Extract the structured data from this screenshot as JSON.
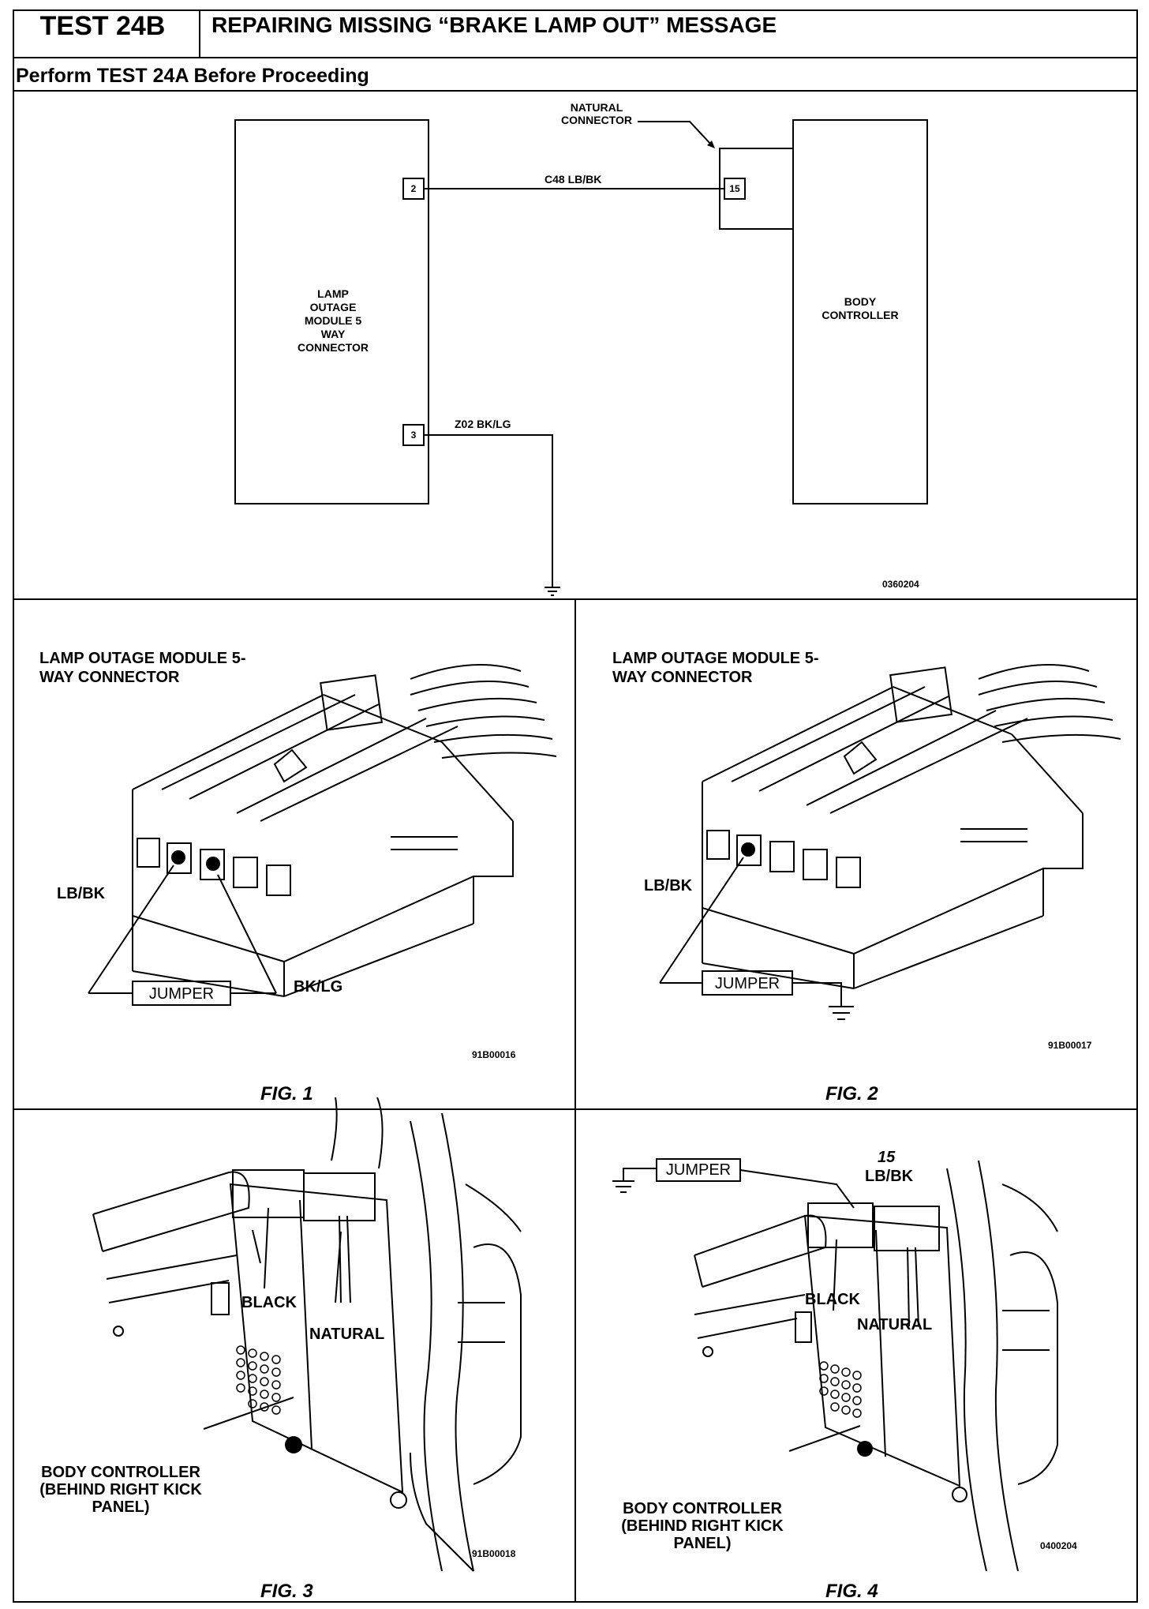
{
  "header": {
    "test_id": "TEST 24B",
    "title": "REPAIRING MISSING “BRAKE LAMP OUT” MESSAGE",
    "subtitle": "Perform TEST 24A Before Proceeding"
  },
  "schematic": {
    "module_label": "LAMP OUTAGE MODULE 5 WAY CONNECTOR",
    "controller_label": "BODY CONTROLLER",
    "natural_connector_label": "NATURAL CONNECTOR",
    "pin_a": "2",
    "pin_b": "3",
    "pin_c": "15",
    "wire_1": "C48 LB/BK",
    "wire_2": "Z02 BK/LG",
    "ref": "0360204"
  },
  "fig1": {
    "title": "LAMP OUTAGE MODULE 5-WAY CONNECTOR",
    "wire_left": "LB/BK",
    "wire_right": "BK/LG",
    "jumper": "JUMPER",
    "ref": "91B00016",
    "caption": "FIG. 1"
  },
  "fig2": {
    "title": "LAMP OUTAGE MODULE 5-WAY CONNECTOR",
    "wire_left": "LB/BK",
    "jumper": "JUMPER",
    "ref": "91B00017",
    "caption": "FIG. 2"
  },
  "fig3": {
    "black": "BLACK",
    "natural": "NATURAL",
    "controller": "BODY CONTROLLER (BEHIND RIGHT KICK PANEL)",
    "ref": "91B00018",
    "caption": "FIG. 3"
  },
  "fig4": {
    "jumper": "JUMPER",
    "pin": "15",
    "wire": "LB/BK",
    "black": "BLACK",
    "natural": "NATURAL",
    "controller": "BODY CONTROLLER (BEHIND RIGHT KICK PANEL)",
    "ref": "0400204",
    "caption": "FIG. 4"
  }
}
